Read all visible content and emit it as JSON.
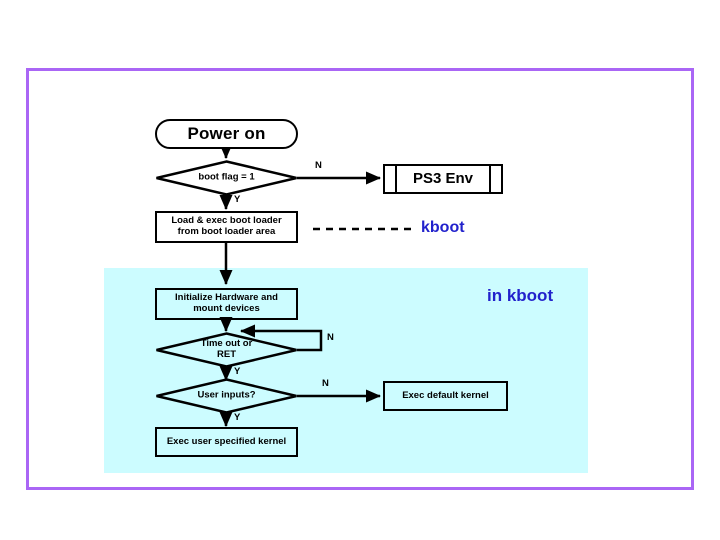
{
  "slide": {
    "background_color": "#ffffff",
    "frame_border_color": "#aa66f5",
    "kboot_region_color": "#ccfcff",
    "annotation_color": "#2222cc"
  },
  "flowchart": {
    "nodes": {
      "power_on": {
        "label": "Power on",
        "shape": "terminator"
      },
      "boot_flag": {
        "label": "boot flag = 1",
        "shape": "decision"
      },
      "ps3_env": {
        "label": "PS3 Env",
        "shape": "predefined-process"
      },
      "load_exec": {
        "label": "Load & exec boot loader\nfrom boot loader area",
        "line1": "Load & exec boot loader",
        "line2": "from boot loader area",
        "shape": "process"
      },
      "init_hw": {
        "label": "Initialize Hardware and\nmount devices",
        "line1": "Initialize Hardware and",
        "line2": "mount devices",
        "shape": "process"
      },
      "timeout": {
        "label": "Time out or\nRET",
        "line1": "Time out or",
        "line2": "RET",
        "shape": "decision"
      },
      "user_inputs": {
        "label": "User inputs?",
        "shape": "decision"
      },
      "exec_default": {
        "label": "Exec default kernel",
        "shape": "process"
      },
      "exec_user": {
        "label": "Exec user specified kernel",
        "shape": "process"
      }
    },
    "branch_labels": {
      "boot_flag_no": "N",
      "boot_flag_yes": "Y",
      "timeout_no": "N",
      "timeout_yes": "Y",
      "user_inputs_no": "N",
      "user_inputs_yes": "Y"
    },
    "annotations": {
      "kboot": "kboot",
      "in_kboot": "in kboot"
    }
  }
}
